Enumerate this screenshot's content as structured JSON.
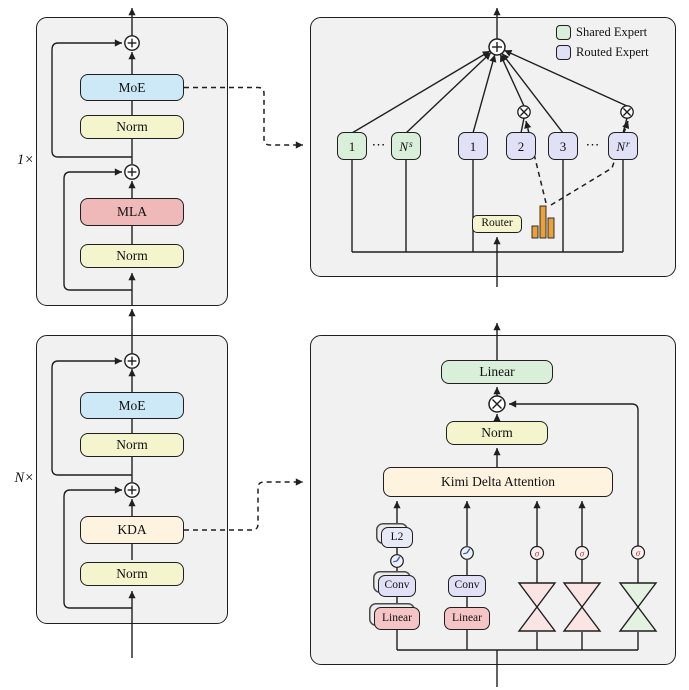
{
  "colors": {
    "module_bg": "#f1f1f2",
    "line": "#1f1f1f",
    "moe_blue": "#cde9f7",
    "norm_yellow": "#f4f4cd",
    "mla_pink": "#efb9b9",
    "kda_cream": "#fdf3de",
    "shared_expert_green": "#d9efd9",
    "routed_expert_lavender": "#e0e1f6",
    "linear_in_pink": "#f5c5c5",
    "router_bar_orange": "#e9a23b",
    "lowrank_pink": "#fbe4e4",
    "lowrank_green": "#e4f2e1",
    "sigma_red": "#c0392b",
    "rope_blue": "#3a5bbf"
  },
  "left_column": {
    "top_module": {
      "repeat": "1×",
      "blocks": {
        "moe": "MoE",
        "norm_upper": "Norm",
        "mla": "MLA",
        "norm_lower": "Norm"
      }
    },
    "bottom_module": {
      "repeat": "N×",
      "blocks": {
        "moe": "MoE",
        "norm_upper": "Norm",
        "kda": "KDA",
        "norm_lower": "Norm"
      }
    }
  },
  "moe_detail": {
    "legend": {
      "shared": "Shared Expert",
      "routed": "Routed Expert"
    },
    "shared_experts": {
      "first": "1",
      "last_base": "N",
      "last_sub": "s"
    },
    "routed_experts": {
      "first": "1",
      "second": "2",
      "third": "3",
      "last_base": "N",
      "last_sub": "r"
    },
    "ellipsis": "⋯",
    "router": "Router",
    "router_bar_heights": [
      12,
      32,
      20
    ]
  },
  "kda_detail": {
    "linear_out": "Linear",
    "norm": "Norm",
    "attention": "Kimi Delta Attention",
    "l2": "L2",
    "conv": "Conv",
    "linear_in": "Linear",
    "sigma": "σ"
  }
}
